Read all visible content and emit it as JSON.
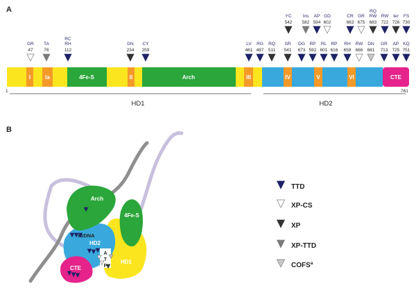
{
  "panels": {
    "a": "A",
    "b": "B"
  },
  "protein": {
    "start": "1",
    "end": "761",
    "domains": {
      "motif_I": "I",
      "motif_Ia": "Ia",
      "fes": "4Fe-S",
      "motif_II": "II",
      "arch": "Arch",
      "motif_III": "III",
      "motif_IV": "IV",
      "motif_V": "V",
      "motif_VI": "VI",
      "cte": "CTE"
    },
    "hd1": "HD1",
    "hd2": "HD2"
  },
  "mutations": [
    {
      "name": "GR",
      "pos": "47",
      "type": "xpcs"
    },
    {
      "name": "TA",
      "pos": "76",
      "type": "xpttd"
    },
    {
      "name": "RC",
      "name2": "RH",
      "pos": "112",
      "type": "ttd"
    },
    {
      "name": "DN",
      "pos": "234",
      "type": "xp"
    },
    {
      "name": "CY",
      "pos": "259",
      "type": "ttd"
    },
    {
      "name": "LV",
      "pos": "461",
      "type": "ttd"
    },
    {
      "name": "RG",
      "pos": "487",
      "type": "ttd"
    },
    {
      "name": "RQ",
      "pos": "511",
      "type": "xp"
    },
    {
      "name": "YC",
      "pos": "542",
      "type": "xp"
    },
    {
      "name": "SR",
      "pos": "541",
      "type": "xp"
    },
    {
      "name": "Ins",
      "pos": "582",
      "type": "xpttd"
    },
    {
      "name": "AP",
      "pos": "594",
      "type": "ttd"
    },
    {
      "name": "GD",
      "pos": "602",
      "type": "xpcs"
    },
    {
      "name": "DG",
      "pos": "673",
      "type": "ttd"
    },
    {
      "name": "RP",
      "pos": "592",
      "type": "ttd"
    },
    {
      "name": "RL",
      "pos": "601",
      "type": "ttd"
    },
    {
      "name": "RP",
      "pos": "616",
      "type": "ttd"
    },
    {
      "name": "CR",
      "pos": "663",
      "type": "ttd"
    },
    {
      "name": "GR",
      "pos": "675",
      "type": "xpcs"
    },
    {
      "name": "RQ",
      "name2": "RW",
      "pos": "683",
      "type": "xp"
    },
    {
      "name": "RH",
      "pos": "658",
      "type": "ttd"
    },
    {
      "name": "RW",
      "pos": "666",
      "type": "xpcs"
    },
    {
      "name": "DN",
      "pos": "681",
      "type": "cofs"
    },
    {
      "name": "RW",
      "pos": "722",
      "type": "ttd"
    },
    {
      "name": "ter",
      "pos": "726",
      "type": "xp"
    },
    {
      "name": "FS",
      "pos": "730",
      "type": "ttd"
    },
    {
      "name": "GR",
      "pos": "713",
      "type": "ttd"
    },
    {
      "name": "AP",
      "pos": "725",
      "type": "ttd"
    },
    {
      "name": "KQ",
      "pos": "751",
      "type": "ttd"
    }
  ],
  "structure": {
    "arch": "Arch",
    "fes": "4Fe-S",
    "ssdna": "ssDNA",
    "hd2": "HD2",
    "cte": "CTE",
    "hd1": "HD1",
    "atp": [
      "A",
      "T",
      "P"
    ]
  },
  "legend": [
    {
      "label": "TTD",
      "type": "ttd"
    },
    {
      "label": "XP-CS",
      "type": "xpcs"
    },
    {
      "label": "XP",
      "type": "xp"
    },
    {
      "label": "XP-TTD",
      "type": "xpttd"
    },
    {
      "label": "COFS",
      "sup": "a",
      "type": "cofs"
    }
  ],
  "colors": {
    "ttd": "#1f2266",
    "xpcs": "#ffffff",
    "xp": "#333333",
    "xpttd": "#7a7a7a",
    "cofs": "#c8c8c8",
    "hd1_yellow": "#fbe51f",
    "hd2_blue": "#39a9dd",
    "motif_orange": "#f39a28",
    "fes_green": "#2aa63a",
    "cte_pink": "#e5238b",
    "dna_gray": "#8f8f8f",
    "dna_lavender": "#c8c0dd"
  }
}
